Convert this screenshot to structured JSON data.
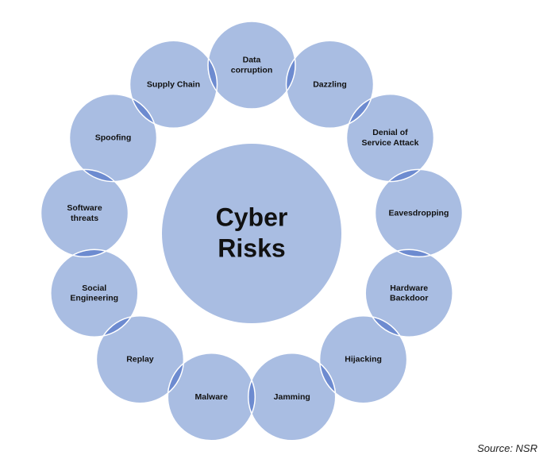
{
  "center": {
    "label_lines": [
      "Cyber",
      "Risks"
    ]
  },
  "risks": [
    {
      "name": "risk-data-corruption",
      "lines": [
        "Data",
        "corruption"
      ]
    },
    {
      "name": "risk-dazzling",
      "lines": [
        "Dazzling"
      ]
    },
    {
      "name": "risk-denial-of-service-attack",
      "lines": [
        "Denial of",
        "Service Attack"
      ]
    },
    {
      "name": "risk-eavesdropping",
      "lines": [
        "Eavesdropping"
      ]
    },
    {
      "name": "risk-hardware-backdoor",
      "lines": [
        "Hardware",
        "Backdoor"
      ]
    },
    {
      "name": "risk-hijacking",
      "lines": [
        "Hijacking"
      ]
    },
    {
      "name": "risk-jamming",
      "lines": [
        "Jamming"
      ]
    },
    {
      "name": "risk-malware",
      "lines": [
        "Malware"
      ]
    },
    {
      "name": "risk-replay",
      "lines": [
        "Replay"
      ]
    },
    {
      "name": "risk-social-engineering",
      "lines": [
        "Social",
        "Engineering"
      ]
    },
    {
      "name": "risk-software-threats",
      "lines": [
        "Software",
        "threats"
      ]
    },
    {
      "name": "risk-spoofing",
      "lines": [
        "Spoofing"
      ]
    },
    {
      "name": "risk-supply-chain",
      "lines": [
        "Supply Chain"
      ]
    }
  ],
  "source": "Source: NSR",
  "colors": {
    "circle_fill": "#a9bde2",
    "overlap_fill": "#6d8bd0",
    "stroke": "#ffffff",
    "text": "#111111"
  }
}
